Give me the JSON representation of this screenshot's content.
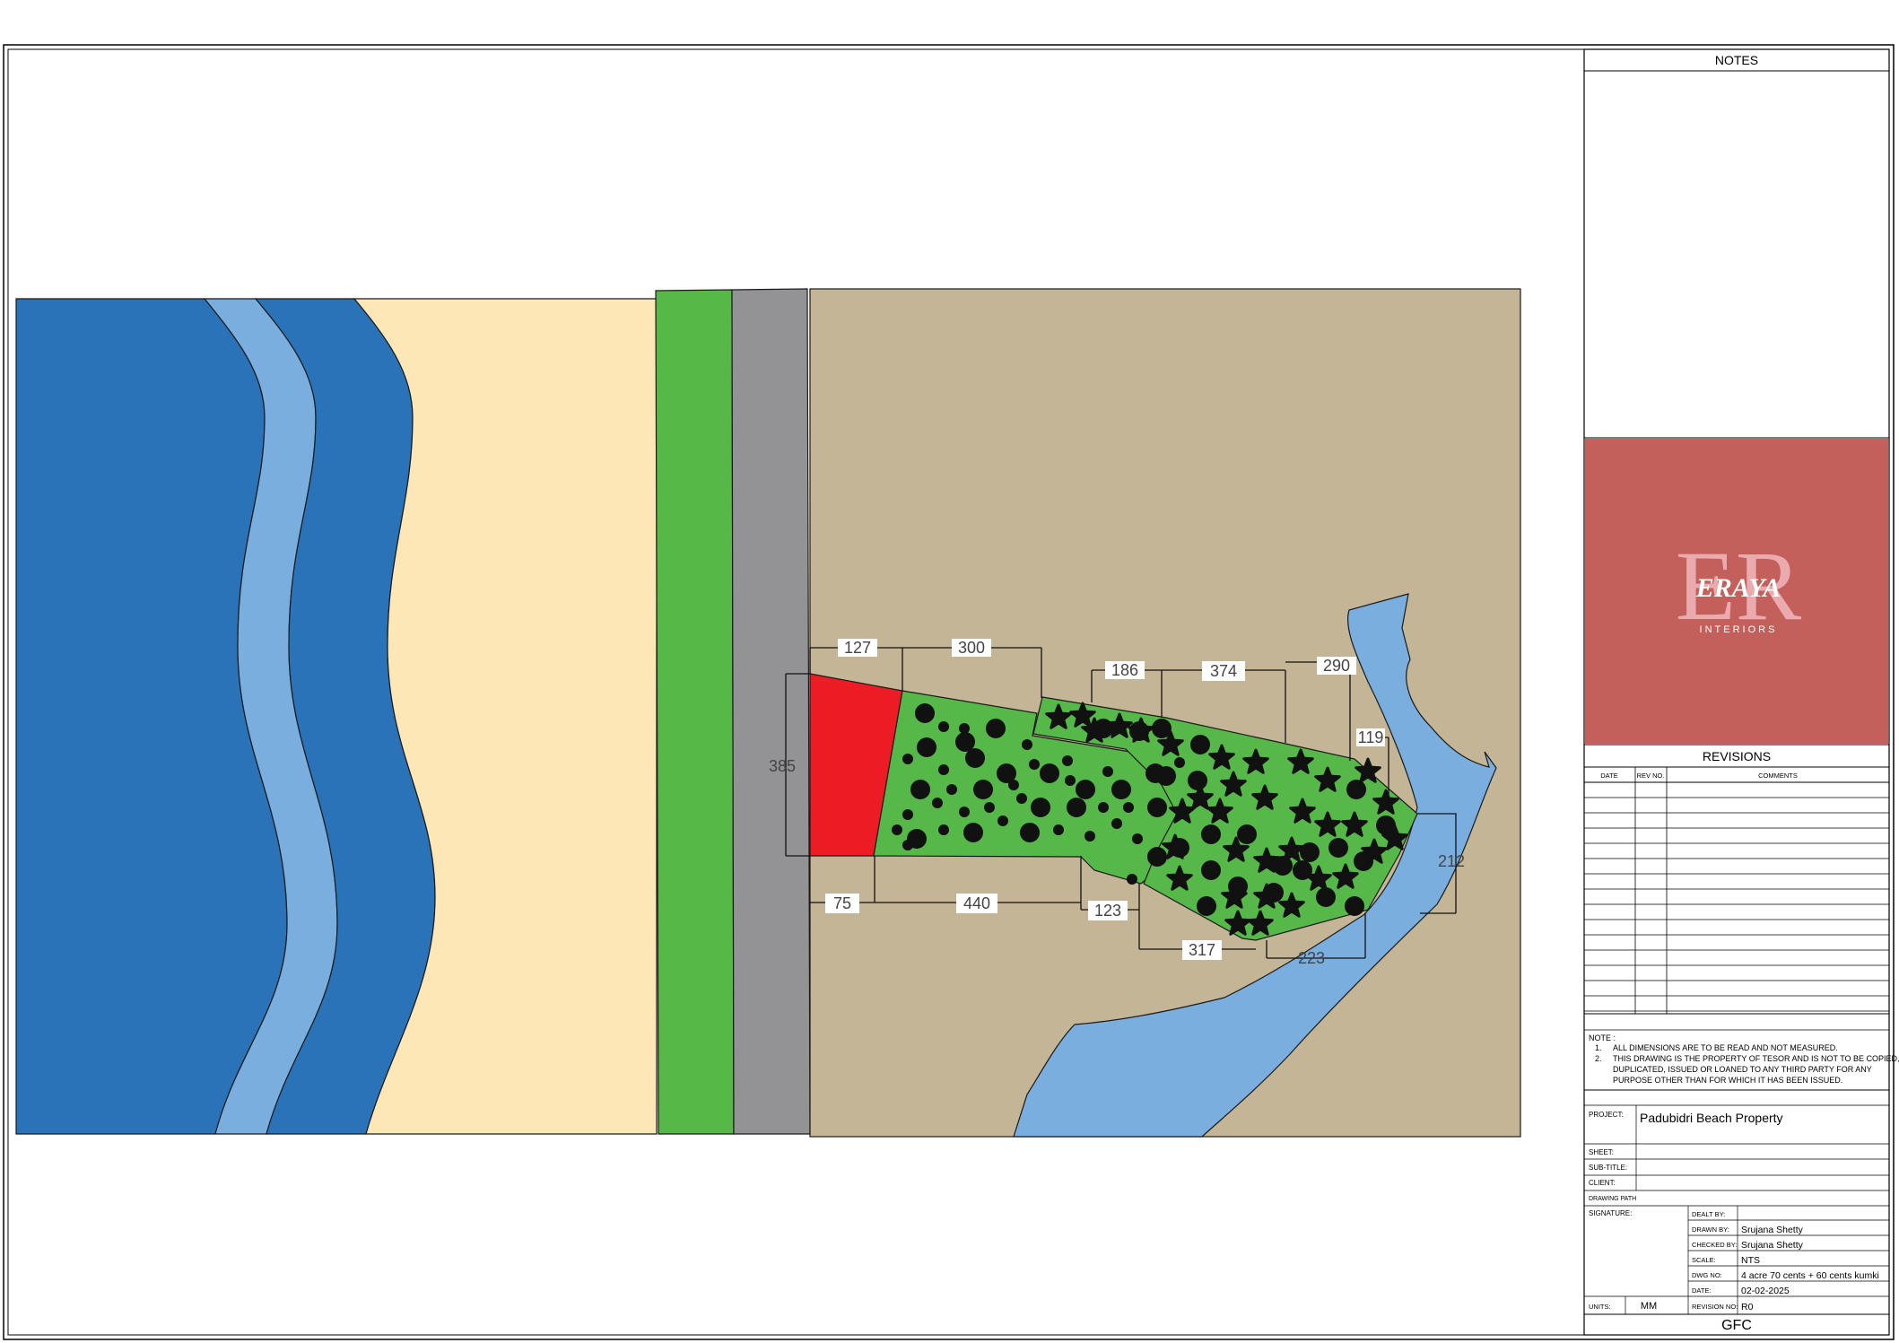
{
  "notes": {
    "title": "NOTES"
  },
  "logo": {
    "monogram": "ER",
    "name": "ERAYA",
    "tagline": "INTERIORS",
    "bg_color": "#c4605b",
    "monogram_color": "#f2b8bd"
  },
  "revisions": {
    "title": "REVISIONS",
    "columns": [
      "DATE",
      "REV NO.",
      "COMMENTS"
    ]
  },
  "general_notes": {
    "heading": "NOTE :",
    "items": [
      {
        "num": "1.",
        "line1": "ALL DIMENSIONS ARE TO BE READ AND NOT MEASURED.",
        "line2": "",
        "line3": ""
      },
      {
        "num": "2.",
        "line1": "THIS DRAWING IS THE PROPERTY OF TESOR  AND IS NOT TO BE COPIED,",
        "line2": "DUPLICATED, ISSUED OR LOANED TO ANY THIRD PARTY FOR ANY",
        "line3": "PURPOSE OTHER THAN FOR WHICH IT HAS BEEN ISSUED."
      }
    ]
  },
  "project": {
    "label": "PROJECT:",
    "value": "Padubidri Beach Property"
  },
  "info": {
    "sheet": "SHEET:",
    "subtitle": "SUB-TITLE:",
    "client": "CLIENT:",
    "drawing_path": "DRAWING PATH",
    "signature": "SIGNATURE:"
  },
  "details": {
    "dealt_by": {
      "label": "DEALT BY:",
      "value": ""
    },
    "drawn_by": {
      "label": "DRAWN BY:",
      "value": "Srujana Shetty"
    },
    "checked_by": {
      "label": "CHECKED BY:",
      "value": "Srujana Shetty"
    },
    "scale": {
      "label": "SCALE:",
      "value": "NTS"
    },
    "dwg_no": {
      "label": "DWG NO:",
      "value": "4 acre 70 cents + 60 cents kumki"
    },
    "date": {
      "label": "DATE:",
      "value": "02-02-2025"
    },
    "units": {
      "label": "UNITS:",
      "value": "MM"
    },
    "revision_no": {
      "label": "REVISION NO:",
      "value": "R0"
    }
  },
  "status": "GFC",
  "dimensions": {
    "d127": "127",
    "d300": "300",
    "d186": "186",
    "d374": "374",
    "d290": "290",
    "d119": "119",
    "d385": "385",
    "d75": "75",
    "d440": "440",
    "d123": "123",
    "d317": "317",
    "d223": "223",
    "d212": "212"
  },
  "colors": {
    "sea_dark": "#2a73b8",
    "sea_light": "#7aaedf",
    "sand": "#fde7b7",
    "green_strip": "#56b847",
    "road": "#939396",
    "land": "#c3b596",
    "plot_red": "#ed1c24",
    "plot_green": "#55b848",
    "river": "#7aaedf"
  }
}
